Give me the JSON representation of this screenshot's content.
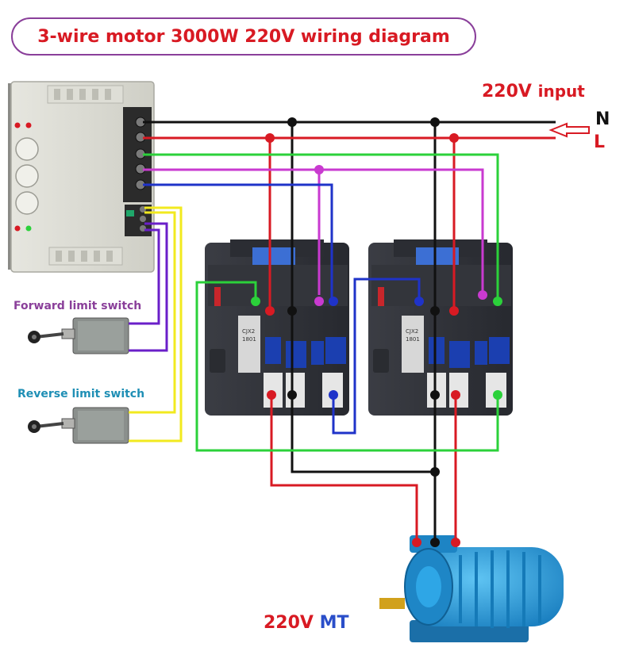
{
  "title": "3-wire motor 3000W 220V wiring diagram",
  "input_label": {
    "voltage": "220V",
    "word": "input"
  },
  "neutral_label": "N",
  "live_label": "L",
  "forward_switch_label": "Forward limit switch",
  "reverse_switch_label": "Reverse limit switch",
  "motor_label": {
    "voltage": "220V",
    "suffix": "MT"
  },
  "contactor_model": [
    "CJX2",
    "1801"
  ],
  "colors": {
    "neutral": "#111111",
    "live": "#d81a23",
    "green": "#2bd13a",
    "magenta": "#c93ad0",
    "blue": "#1f33c9",
    "yellow": "#f2ea1f",
    "purple": "#6a1fc9",
    "title_border": "#8a3f9a",
    "motor_body": "#2ea6e6"
  },
  "icons": [
    "remote-controller-icon",
    "limit-switch-icon",
    "contactor-icon",
    "motor-icon",
    "input-arrow-icon"
  ]
}
